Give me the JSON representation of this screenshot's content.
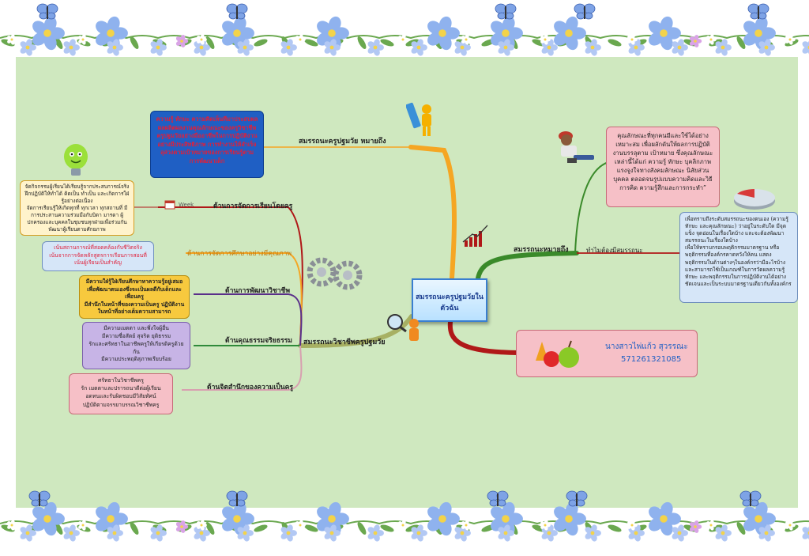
{
  "central_topic": {
    "line1": "สมรรถนะครูปฐมวัยใน",
    "line2": "ตัวฉัน"
  },
  "top_branch": {
    "label": "สมรรถนะครูปฐมวัย หมายถึง",
    "box_text": "ความรู้ ทักษะ ความคิดเห็นทีมาประสบผล ผลผลิตผลงานคุณลักษณะของครูวิชาชีพครูปฐมวัยอย่างมืออาชีพในการปฏิบัติงานอย่างมีประสิทธิภาพ การทำงานให้สำเร็จลุล่วงตามเป้าหมายของการเรียนรู้ตามการพัฒนาเด็ก"
  },
  "right_branches": {
    "definition": {
      "label": "สมรรถนะหมายถึง",
      "box_text": "คุณลักษณะที่ทุกคนมีและใช้ได้อย่างเหมาะสม เพื่อผลักดันให้ผลการปฏิบัติงานบรรลุตาม เป้าหมาย ซึ่งคุณลักษณะเหล่านี้ได้แก่ ความรู้ ทักษะ บุคลิกภาพ แรงจูงใจทางสังคมลักษณะ นิสัยส่วนบุคคล ตลอดจนรูปแบบความคิดและวิธีการคิด ความรู้สึกและการกระทำ”"
    },
    "why": {
      "label": "ทำไมต้องมีสมรรถนะ",
      "items": [
        "เพื่อทราบถึงระดับสมรรถนะของตนเอง (ความรู้ ทักษะ และคุณลักษณะ) ว่าอยู่ในระดับใด มีจุดแข็ง จุดอ่อนในเรื่องใดบ้าง และจะต้องพัฒนาสมรรถนะในเรื่องใดบ้าง",
        "เพื่อให้ทราบกรอบพฤติกรรมมาตรฐาน หรือพฤติกรรมที่องค์กรคาดหวังให้คน แสดงพฤติกรรมในด้านต่างๆในองค์กรว่ามีอะไรบ้าง และสามารถใช้เป็นเกณฑ์ในการวัดผลความรู้ ทักษะ และพฤติกรรมในการปฏิบัติงานได้อย่างชัดเจนและเป็นระบบมาตรฐานเดียวกันทั้งองค์กร"
      ]
    },
    "author": {
      "name": "นางสาวไพ่แก้ว  สุวรรณะ",
      "id": "571261321085"
    }
  },
  "left_main": {
    "label": "สมรรถนะวิชาชีพครูปฐมวัย"
  },
  "left_branches": [
    {
      "label": "ด้านการจัดการเรียนโดยครู",
      "icon_caption": "Week",
      "items": [
        "จัดกิจกรรมผู้เรียนได้เรียนรู้จากประสบการณ์จริง ฝึกปฏิบัติให้ทำได้ คิดเป็น ทำเป็น และเกิดการใฝ่รู้อย่างต่อเนื่อง",
        "จัดการเรียนรู้ให้เกิดทุกที่ ทุกเวลา ทุกสถานที่ มีการประสานความร่วมมือกับบิดา มารดา ผู้ปกครองและบุคคลในชุมชนทุกฝ่ายเพื่อร่วมกันพัฒนาผู้เรียนตามศักยภาพ"
      ]
    },
    {
      "label": "ด้านการจัดการศึกษาอย่างมีคุณภาพ",
      "items": [
        "เน้นสถานการณ์ที่สอดคล้องกับชีวิตจริง",
        "เน้นจากการจัดหลักสูตรการเรียนการสอนที่เน้นผู้เรียนเป็นสำคัญ"
      ]
    },
    {
      "label": "ด้านการพัฒนาวิชาชีพ",
      "items": [
        "มีความใฝ่รู้ใฝ่เรียนศึกษาหาความรู้อยู่เสมอเพื่อพัฒนาตนเองซึ่งจะเป็นผลดีกับเด็กและเพื่อนครู",
        "มีสำนึกในหน้าที่ของความเป็นครู ปฏิบัติงานในหน้าที่อย่างเต็มความสามารถ"
      ]
    },
    {
      "label": "ด้านคุณธรรมจริยธรรม",
      "items": [
        "มีความเมตตา และพึ่งใจผู้อื่น",
        "มีความซื่อสัตย์ สุจริต ยุติธรรม",
        "รักและศรัทธาในอาชีพครูให้เกียรติครูด้วยกัน",
        "มีความประพฤติสุภาพเรียบร้อย"
      ]
    },
    {
      "label": "ด้านจิตสำนึกของความเป็นครู",
      "items": [
        "ศรัทธาในวิชาชีพครู",
        "รัก เมตตาและปรารถนาดีต่อผู้เรียน",
        "อดทนและรับผิดชอบมีวิสัยทัศน์",
        "ปฏิบัติตามจรรยาบรรณวิชาชีพครู"
      ]
    }
  ],
  "colors": {
    "background": "#cfe8bf",
    "top_box": "#1f5fc4",
    "top_box_text": "#e0203a",
    "branch_orange": "#f5a623",
    "branch_green": "#3a8a2a",
    "branch_red": "#b01818",
    "branch_olive": "#a7b063",
    "pink_box": "#f6c0c7"
  }
}
